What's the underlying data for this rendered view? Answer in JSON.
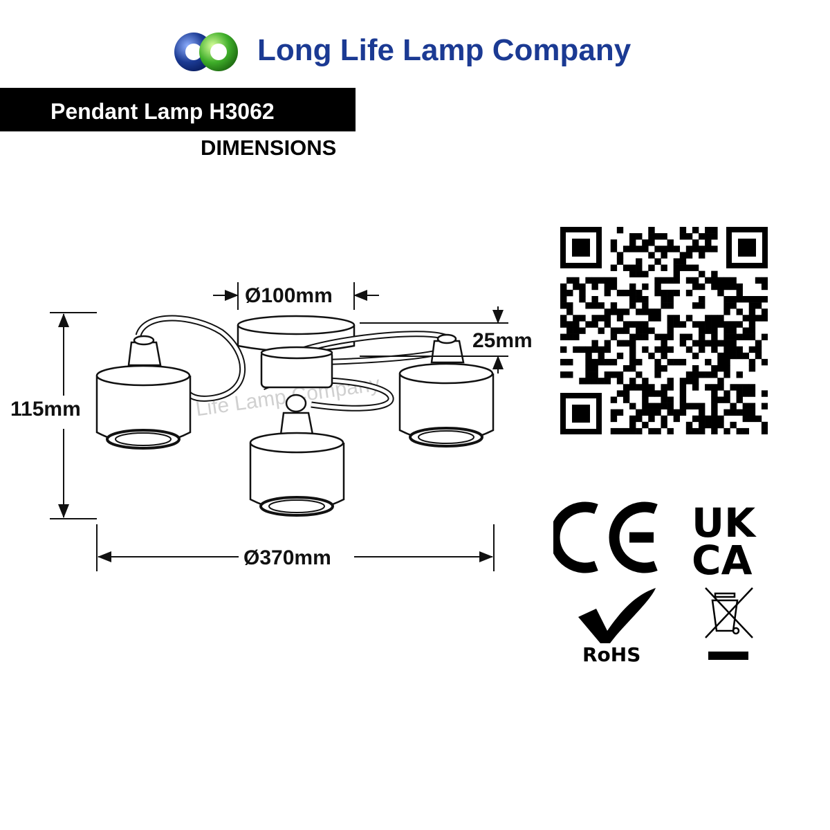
{
  "brand": {
    "name": "Long Life Lamp Company",
    "logo_colors": [
      "#1b3a93",
      "#3fae2a"
    ]
  },
  "product": {
    "title": "Pendant Lamp H3062",
    "section": "DIMENSIONS"
  },
  "watermark": "Long Life Lamp Company",
  "dimensions": {
    "base_diameter": "Ø100mm",
    "base_height": "25mm",
    "total_height": "115mm",
    "total_diameter": "Ø370mm"
  },
  "certifications": {
    "ce": "CE",
    "ukca_top": "UK",
    "ukca_bottom": "CA",
    "rohs": "RoHS",
    "weee_icon": "crossed-out-bin-icon"
  }
}
